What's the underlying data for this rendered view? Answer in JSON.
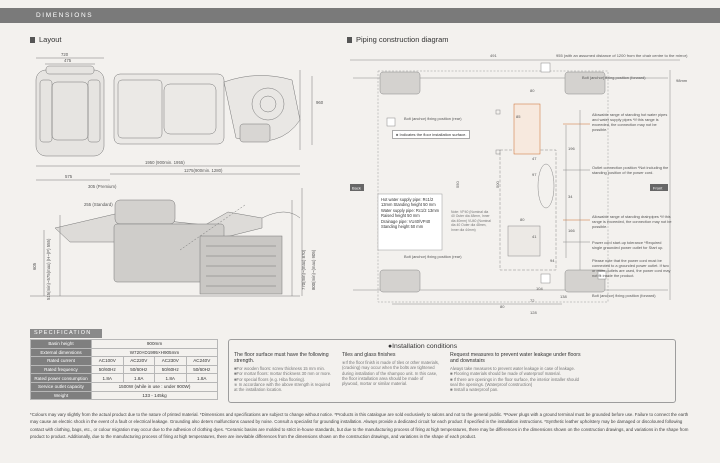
{
  "header": {
    "title": "DIMENSIONS"
  },
  "layout": {
    "title": "Layout",
    "dims": {
      "w720": "720",
      "w475": "475",
      "side960": "960",
      "w1950": "1950 (900min. 1955)",
      "w1275": "1275(900min. 1280)",
      "w575": "575",
      "h305": "305 (Premium)",
      "h255": "255 (Standard)",
      "h605": "605",
      "h515": "515(min)~575(max) (H~(P) 555)",
      "h770": "770(min)~(max) 870)",
      "h800": "800(min)~(max) 905)"
    }
  },
  "piping": {
    "title": "Piping construction diagram",
    "dims": {
      "d491": "491",
      "d955": "955 (with an assumed distance of 1200 from the chair centre to the mirror)",
      "d98": "98mm",
      "d500": "500",
      "d550": "550",
      "d85": "85",
      "d80": "80",
      "d97": "97",
      "d47": "47",
      "d196": "196",
      "d34": "34",
      "d80b": "80",
      "d41": "41",
      "d166": "166",
      "d94": "94",
      "d138": "138",
      "d104": "104",
      "d72": "72",
      "d80c": "80",
      "d128": "128"
    },
    "labels": {
      "back": "Back",
      "front": "Front",
      "bolt_top": "Bolt (anchor) fixing position (forward)",
      "bolt_mid": "Bolt (anchor) fixing position (rear)",
      "bolt_low": "Bolt (anchor) fixing position (rear)",
      "bolt_bottom": "Bolt (anchor) fixing position (forward)",
      "floor_pos": "Indicates the floor installation surface.",
      "water_range": "Allowable range of standing hot water pipes and water supply pipes *If this range is exceeded, the connection may not be possible.",
      "outlet": "Outlet connection position *Not including the standing position of the power cord.",
      "drain_range": "Allowable range of standing drainpipes *If this range is exceeded, the connection may not be possible.",
      "power": "Power cord start-up tolerance *Required single grounded power outlet for Start up.",
      "power_note": "Please note that the power cord must be connected to a grounded power outlet. If two or more outlets are used, the power cord may not fit inside the product.",
      "pipe_box": "Hot water supply pipe: Rc1/2 13mm Standing height 50 mm\nWater supply pipe: Rc1/2 13mm Raised height 50 mm\nDrainage pipe: VU40/VP40 Standing height 50 mm",
      "pipe_note": "Note: VP40 (Nominal dia 40 Outer dia 48mm, Inner dia 40mm) VU40 (Nominal dia 40 Outer dia 48mm, Inner dia 44mm)"
    }
  },
  "spec": {
    "title": "SPECIFICATION",
    "rows": [
      {
        "label": "Basin height",
        "cells": [
          "900mm"
        ]
      },
      {
        "label": "External dimensions",
        "cells": [
          "W720×D1995×H905mm"
        ]
      },
      {
        "label": "Rated current",
        "cells": [
          "AC100V",
          "AC220V",
          "AC230V",
          "AC240V"
        ]
      },
      {
        "label": "Rated frequency",
        "cells": [
          "50/60Hz",
          "50/60Hz",
          "50/60Hz",
          "50/60Hz"
        ]
      },
      {
        "label": "Rated power consumption",
        "cells": [
          "1.8A",
          "1.8A",
          "1.8A",
          "1.8A"
        ]
      },
      {
        "label": "Service outlet capacity",
        "cells": [
          "1500W (while in use : under 900W)"
        ]
      },
      {
        "label": "Weight",
        "cells": [
          "133 - 145kg"
        ]
      }
    ]
  },
  "conditions": {
    "title": "●Installation conditions",
    "col1": {
      "head": "The floor surface must have the following strength.",
      "lines": [
        "■For wooden floors: screw thickness 15 mm min.",
        "■For mortar floors: mortar thickness 30 mm or more.",
        "■For special floors (e.g. Hiba flooring).",
        "※ In accordance with the above strength is required at the installation location."
      ]
    },
    "col2": {
      "head": "Tiles and glass finishes",
      "lines": [
        "※If the floor finish is made of tiles or other materials,",
        "(cracking) may occur when the bolts are tightened",
        "during installation of the shampoo unit. In this case,",
        "the floor installation area should be made of",
        "plywood, mortar or similar material."
      ]
    },
    "col3": {
      "head": "Request measures to prevent water leakage under floors and downstairs",
      "lines": [
        "Always take measures to prevent water leakage in case of leakage.",
        "■ Flooring materials should be made of waterproof material.",
        "■ If there are openings in the floor surface, the interior installer should",
        "  seal the openings. (Waterproof construction)",
        "■ Install a waterproof pan."
      ]
    }
  },
  "footer": "*Colours may vary slightly from the actual product due to the nature of printed material. *Dimensions and specifications are subject to change without notice. *Products in this catalogue are sold exclusively to salons and not to the general public. *Power plugs with a ground terminal must be grounded before use. Failure to connect the earth may cause an electric shock in the event of a fault or electrical leakage. Grounding also deters malfunctions caused by noise. Consult a specialist for grounding installation. Always provide a dedicated circuit for each product if specified in the installation instructions. *Synthetic leather upholstery may be damaged or discoloured following contact with clothing, bags, etc., or colour migration may occur due to the adhesion of clothing dyes. *Ceramic basins are molded to strict in-house standards, but due to the manufacturing process of firing at high temperatures, there may be differences in the dimensions shown on the construction drawings, and variations in the shape from product to product. Additionally, due to the manufacturing process of firing at high temperatures, there are inevitable differences from the dimensions shown on the construction drawings, and variations in the shape of each product."
}
